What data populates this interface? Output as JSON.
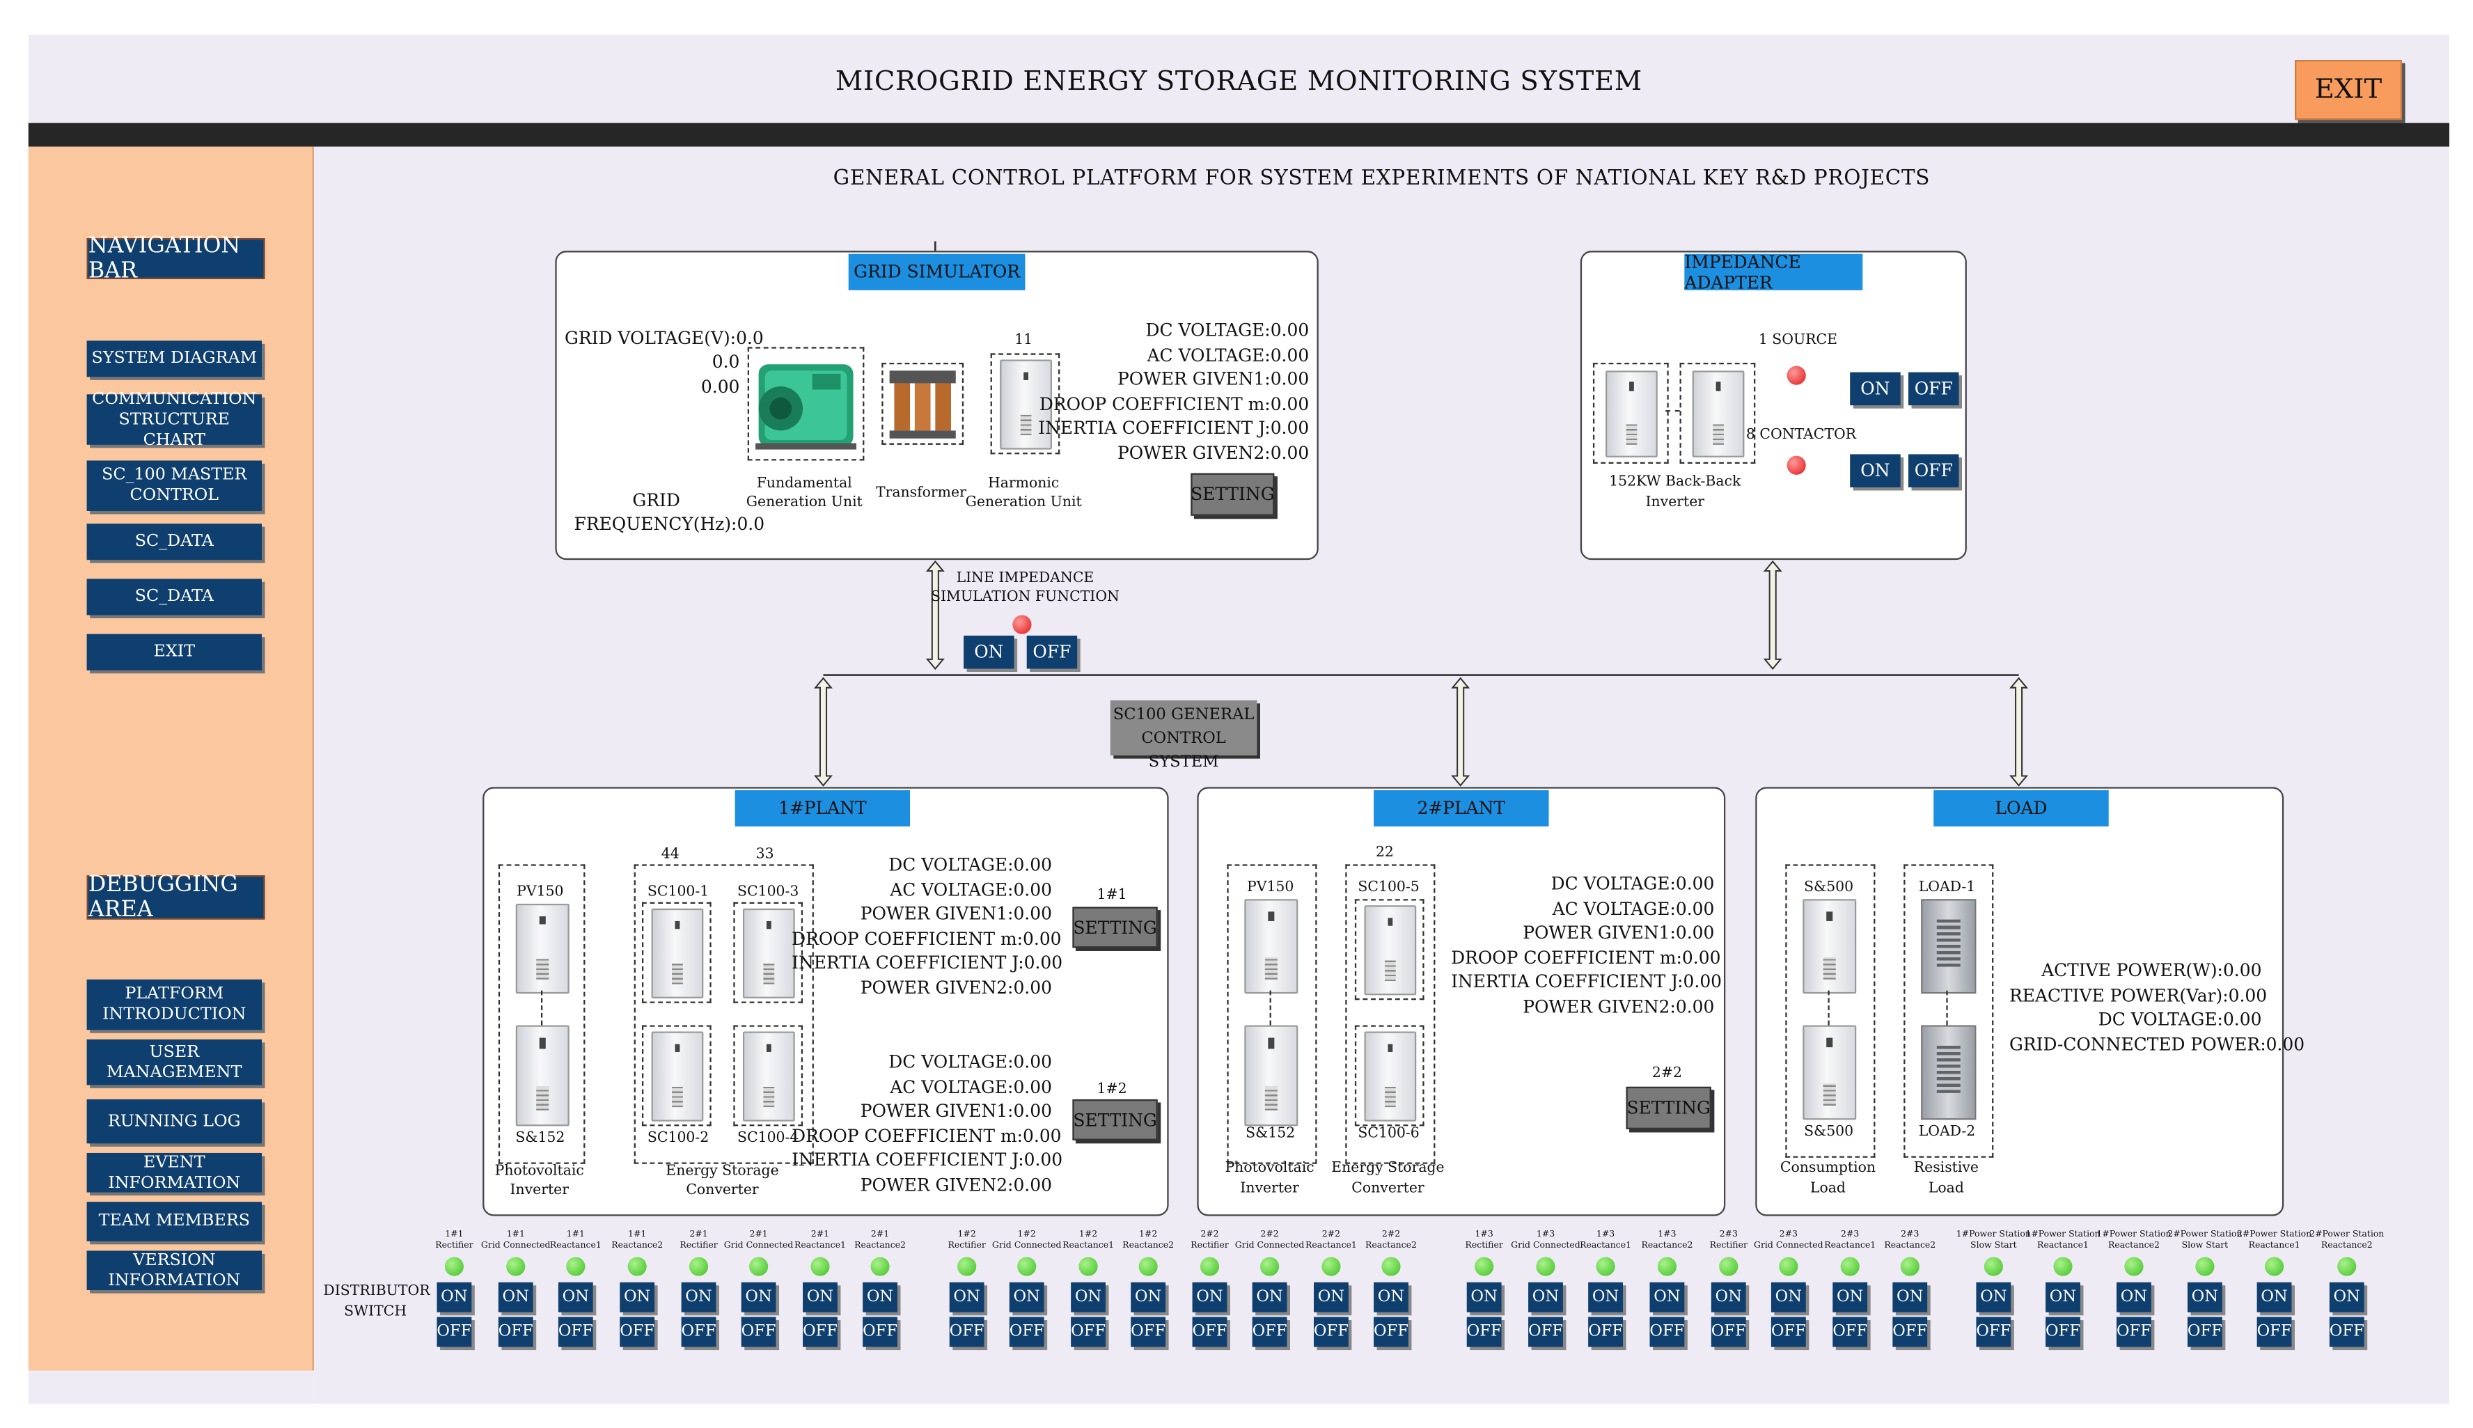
{
  "header": {
    "title": "MICROGRID ENERGY STORAGE MONITORING SYSTEM",
    "exit_label": "EXIT"
  },
  "subtitle": "GENERAL CONTROL PLATFORM FOR SYSTEM EXPERIMENTS OF NATIONAL KEY R&D PROJECTS",
  "sidebar": {
    "nav_header": "NAVIGATION BAR",
    "nav_items": [
      {
        "label": "SYSTEM DIAGRAM"
      },
      {
        "label": "COMMUNICATION STRUCTURE CHART"
      },
      {
        "label": "SC_100 MASTER CONTROL"
      },
      {
        "label": "SC_DATA"
      },
      {
        "label": "SC_DATA"
      },
      {
        "label": "EXIT"
      }
    ],
    "debug_header": "DEBUGGING AREA",
    "debug_items": [
      {
        "label": "PLATFORM INTRODUCTION"
      },
      {
        "label": "USER MANAGEMENT"
      },
      {
        "label": "RUNNING LOG"
      },
      {
        "label": "EVENT INFORMATION"
      },
      {
        "label": "TEAM MEMBERS"
      },
      {
        "label": "VERSION INFORMATION"
      }
    ]
  },
  "grid_simulator": {
    "title": "GRID SIMULATOR",
    "voltage_label": "GRID VOLTAGE(V):0.0",
    "voltage_2": "0.0",
    "voltage_3": "0.00",
    "freq_1": "GRID",
    "freq_2": "FREQUENCY(Hz):0.0",
    "unit_number": "11",
    "fundamental_1": "Fundamental",
    "fundamental_2": "Generation Unit",
    "transformer": "Transformer",
    "harmonic_1": "Harmonic",
    "harmonic_2": "Generation Unit",
    "params": [
      "DC VOLTAGE:0.00",
      "AC VOLTAGE:0.00",
      "POWER GIVEN1:0.00",
      "DROOP COEFFICIENT m:0.00",
      "INERTIA COEFFICIENT J:0.00",
      "POWER GIVEN2:0.00"
    ],
    "setting_label": "SETTING"
  },
  "impedance_adapter": {
    "title": "IMPEDANCE ADAPTER",
    "source_label": "1 SOURCE",
    "contactor_label": "8 CONTACTOR",
    "inverter_1": "152KW Back-Back",
    "inverter_2": "Inverter",
    "on_label": "ON",
    "off_label": "OFF"
  },
  "line_impedance": {
    "label_1": "LINE IMPEDANCE",
    "label_2": "SIMULATION FUNCTION",
    "on_label": "ON",
    "off_label": "OFF"
  },
  "sc100": {
    "line_1": "SC100 GENERAL",
    "line_2": "CONTROL SYSTEM"
  },
  "plant1": {
    "title": "1#PLANT",
    "pv_top": "PV150",
    "pv_bottom": "S&152",
    "sc1_top": "SC100-1",
    "sc2_top": "SC100-3",
    "sc1_bottom": "SC100-2",
    "sc2_bottom": "SC100-4",
    "num_44": "44",
    "num_33": "33",
    "pv_name_1": "Photovoltaic",
    "pv_name_2": "Inverter",
    "es_name_1": "Energy Storage",
    "es_name_2": "Converter",
    "set1_tag": "1#1",
    "set2_tag": "1#2",
    "setting_label": "SETTING",
    "params1": [
      "DC VOLTAGE:0.00",
      "AC VOLTAGE:0.00",
      "POWER GIVEN1:0.00",
      "DROOP COEFFICIENT m:0.00",
      "INERTIA COEFFICIENT J:0.00",
      "POWER GIVEN2:0.00"
    ],
    "params2": [
      "DC VOLTAGE:0.00",
      "AC VOLTAGE:0.00",
      "POWER GIVEN1:0.00",
      "DROOP COEFFICIENT m:0.00",
      "INERTIA COEFFICIENT J:0.00",
      "POWER GIVEN2:0.00"
    ]
  },
  "plant2": {
    "title": "2#PLANT",
    "pv_top": "PV150",
    "pv_bottom": "S&152",
    "sc_top": "SC100-5",
    "sc_bottom": "SC100-6",
    "num_22": "22",
    "pv_name_1": "Photovoltaic",
    "pv_name_2": "Inverter",
    "es_name_1": "Energy Storage",
    "es_name_2": "Converter",
    "set_tag": "2#2",
    "setting_label": "SETTING",
    "params": [
      "DC VOLTAGE:0.00",
      "AC VOLTAGE:0.00",
      "POWER GIVEN1:0.00",
      "DROOP COEFFICIENT m:0.00",
      "INERTIA COEFFICIENT J:0.00",
      "POWER GIVEN2:0.00"
    ]
  },
  "load": {
    "title": "LOAD",
    "c1_top": "S&500",
    "c1_bottom": "S&500",
    "c2_top": "LOAD-1",
    "c2_bottom": "LOAD-2",
    "cons_1": "Consumption",
    "cons_2": "Load",
    "res_1": "Resistive",
    "res_2": "Load",
    "params": [
      "ACTIVE POWER(W):0.00",
      "REACTIVE POWER(Var):0.00",
      "DC VOLTAGE:0.00",
      "GRID-CONNECTED POWER:0.00"
    ]
  },
  "distributor": {
    "label_1": "DISTRIBUTOR",
    "label_2": "SWITCH",
    "on_label": "ON",
    "off_label": "OFF",
    "switches": [
      {
        "l1": "1#1",
        "l2": "Rectifier"
      },
      {
        "l1": "1#1",
        "l2": "Grid Connected"
      },
      {
        "l1": "1#1",
        "l2": "Reactance1"
      },
      {
        "l1": "1#1",
        "l2": "Reactance2"
      },
      {
        "l1": "2#1",
        "l2": "Rectifier"
      },
      {
        "l1": "2#1",
        "l2": "Grid Connected"
      },
      {
        "l1": "2#1",
        "l2": "Reactance1"
      },
      {
        "l1": "2#1",
        "l2": "Reactance2"
      },
      {
        "l1": "1#2",
        "l2": "Rectifier"
      },
      {
        "l1": "1#2",
        "l2": "Grid Connected"
      },
      {
        "l1": "1#2",
        "l2": "Reactance1"
      },
      {
        "l1": "1#2",
        "l2": "Reactance2"
      },
      {
        "l1": "2#2",
        "l2": "Rectifier"
      },
      {
        "l1": "2#2",
        "l2": "Grid Connected"
      },
      {
        "l1": "2#2",
        "l2": "Reactance1"
      },
      {
        "l1": "2#2",
        "l2": "Reactance2"
      },
      {
        "l1": "1#3",
        "l2": "Rectifier"
      },
      {
        "l1": "1#3",
        "l2": "Grid Connected"
      },
      {
        "l1": "1#3",
        "l2": "Reactance1"
      },
      {
        "l1": "1#3",
        "l2": "Reactance2"
      },
      {
        "l1": "2#3",
        "l2": "Rectifier"
      },
      {
        "l1": "2#3",
        "l2": "Grid Connected"
      },
      {
        "l1": "2#3",
        "l2": "Reactance1"
      },
      {
        "l1": "2#3",
        "l2": "Reactance2"
      },
      {
        "l1": "1#Power Station",
        "l2": "Slow Start"
      },
      {
        "l1": "1#Power Station",
        "l2": "Reactance1"
      },
      {
        "l1": "1#Power Station",
        "l2": "Reactance2"
      },
      {
        "l1": "2#Power Station",
        "l2": "Slow Start"
      },
      {
        "l1": "2#Power Station",
        "l2": "Reactance1"
      },
      {
        "l1": "2#Power Station",
        "l2": "Reactance2"
      }
    ]
  },
  "colors": {
    "accent_blue": "#1d8fe0",
    "button_navy": "#0f3f6e",
    "sidebar_orange": "#fbc79f",
    "exit_orange": "#f79c5d",
    "led_red": "#e01414",
    "led_green": "#3fbf22"
  }
}
